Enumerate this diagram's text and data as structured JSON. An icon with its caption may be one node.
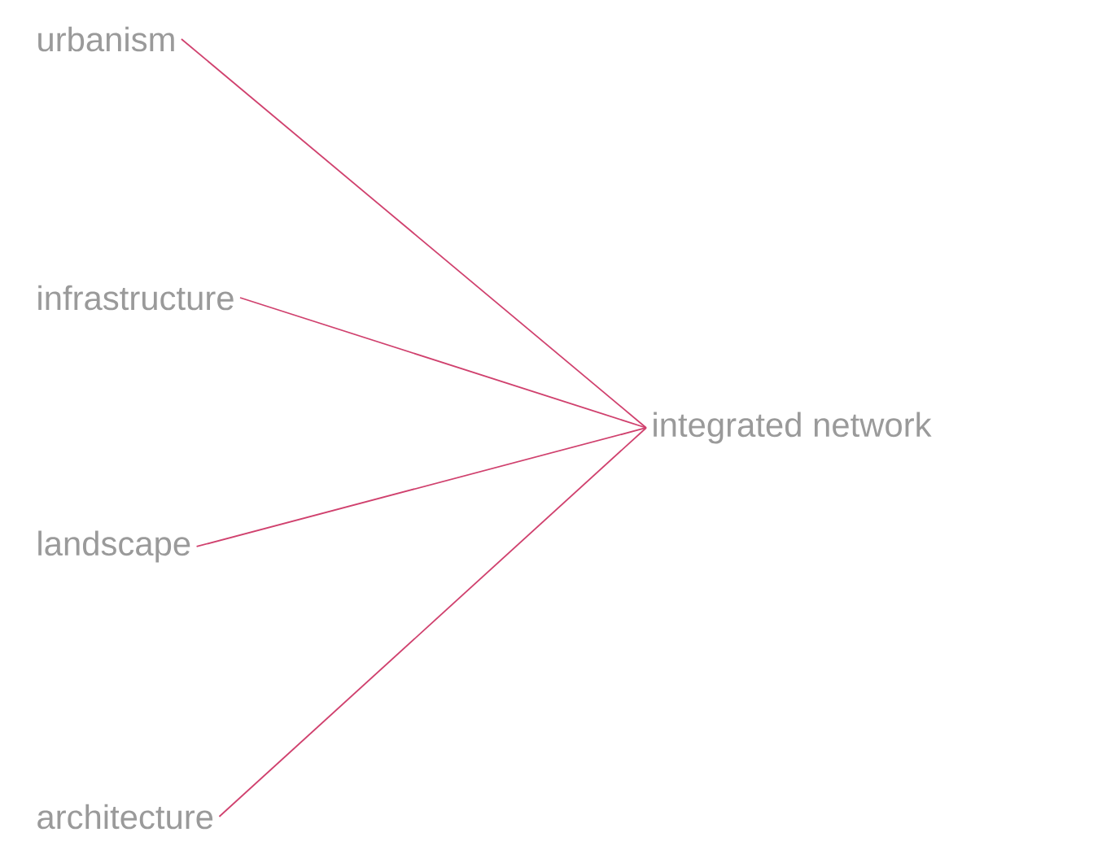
{
  "diagram": {
    "nodes": [
      {
        "text": [
          "urbanism"
        ]
      },
      {
        "text": [
          "infrastructure"
        ]
      },
      {
        "text": [
          "landscape"
        ]
      },
      {
        "text": [
          "architecture"
        ]
      },
      {
        "text": [
          "integrated network"
        ]
      }
    ],
    "edges": [
      {
        "from": 0,
        "to": 4,
        "arrow": "none"
      },
      {
        "from": 1,
        "to": 4,
        "arrow": "none"
      },
      {
        "from": 2,
        "to": 4,
        "arrow": "none"
      },
      {
        "from": 3,
        "to": 4,
        "arrow": "none"
      }
    ]
  }
}
